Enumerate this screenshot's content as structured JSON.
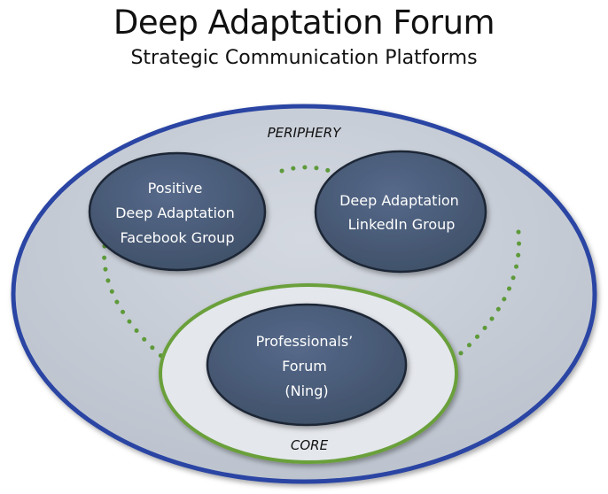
{
  "header": {
    "title": "Deep Adaptation Forum",
    "subtitle": "Strategic Communication Platforms"
  },
  "zones": {
    "periphery": "PERIPHERY",
    "core": "CORE"
  },
  "nodes": {
    "facebook": [
      "Positive",
      "Deep Adaptation",
      "Facebook Group"
    ],
    "linkedin": [
      "Deep Adaptation",
      "LinkedIn Group"
    ],
    "ning": [
      "Professionals’",
      "Forum",
      "(Ning)"
    ]
  },
  "colors": {
    "outer_ring": "#2a45a3",
    "periphery_fill": "#c5cbd5",
    "node_fill": "#4a5c78",
    "node_stroke": "#1e2636",
    "core_ring": "#6aa03a",
    "core_fill": "#e4e7ec",
    "dots": "#5e9a3a"
  }
}
